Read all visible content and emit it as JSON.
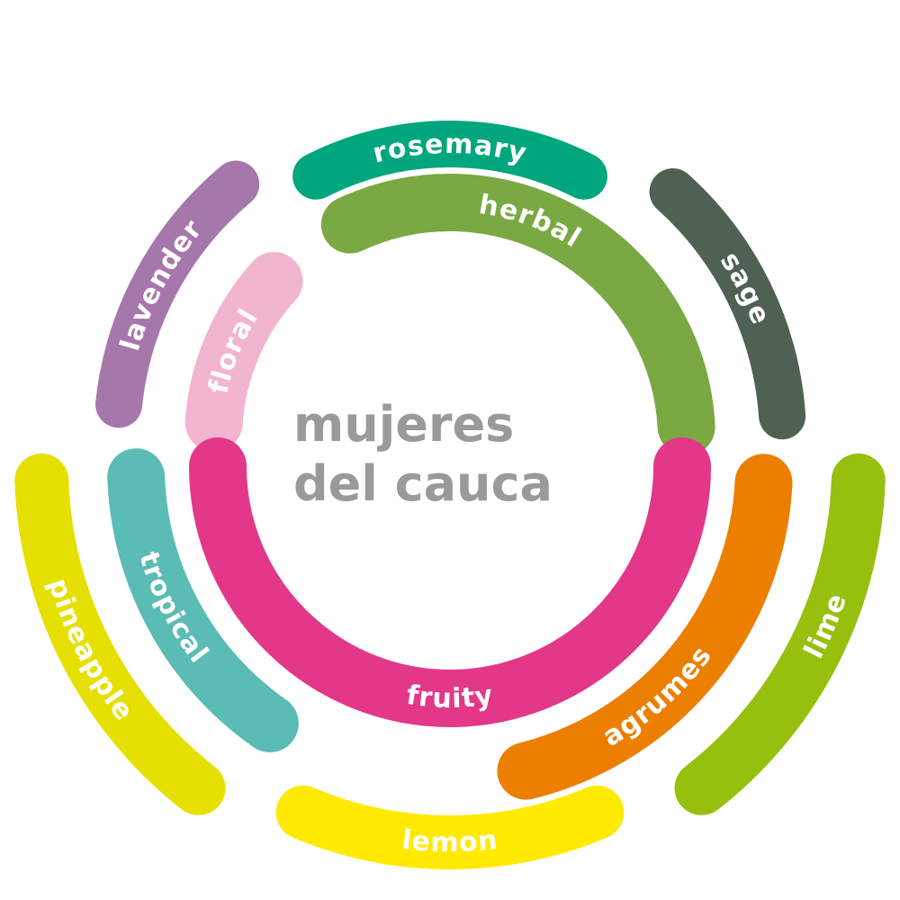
{
  "center": {
    "line1": "mujeres",
    "line2": "del cauca",
    "color": "#9a9a9a"
  },
  "segments": [
    {
      "key": "rosemary",
      "label": "rosemary",
      "ring": "outer",
      "color": "#00a67e",
      "text_color": "#ffffff",
      "parent": "herbal"
    },
    {
      "key": "sage",
      "label": "sage",
      "ring": "outer",
      "color": "#4f6153",
      "text_color": "#ffffff",
      "parent": "herbal"
    },
    {
      "key": "lavender",
      "label": "lavender",
      "ring": "outer",
      "color": "#a677aa",
      "text_color": "#ffffff",
      "parent": "floral"
    },
    {
      "key": "lemon",
      "label": "lemon",
      "ring": "outer",
      "color": "#ffea00",
      "text_color": "#ffffff",
      "parent": "agrumes"
    },
    {
      "key": "lime",
      "label": "lime",
      "ring": "outer",
      "color": "#97bf0d",
      "text_color": "#ffffff",
      "parent": "agrumes"
    },
    {
      "key": "pineapple",
      "label": "pineapple",
      "ring": "outer",
      "color": "#e6e000",
      "text_color": "#ffffff",
      "parent": "tropical"
    },
    {
      "key": "herbal",
      "label": "herbal",
      "ring": "inner",
      "color": "#7aa843",
      "text_color": "#ffffff"
    },
    {
      "key": "floral",
      "label": "floral",
      "ring": "inner",
      "color": "#f2b5cf",
      "text_color": "#ffffff"
    },
    {
      "key": "fruity",
      "label": "fruity",
      "ring": "inner",
      "color": "#e3378a",
      "text_color": "#ffffff"
    },
    {
      "key": "agrumes",
      "label": "agrumes",
      "ring": "middle",
      "color": "#ec7f00",
      "text_color": "#ffffff",
      "parent": "fruity"
    },
    {
      "key": "tropical",
      "label": "tropical",
      "ring": "middle",
      "color": "#5bbbb5",
      "text_color": "#ffffff",
      "parent": "fruity"
    }
  ]
}
